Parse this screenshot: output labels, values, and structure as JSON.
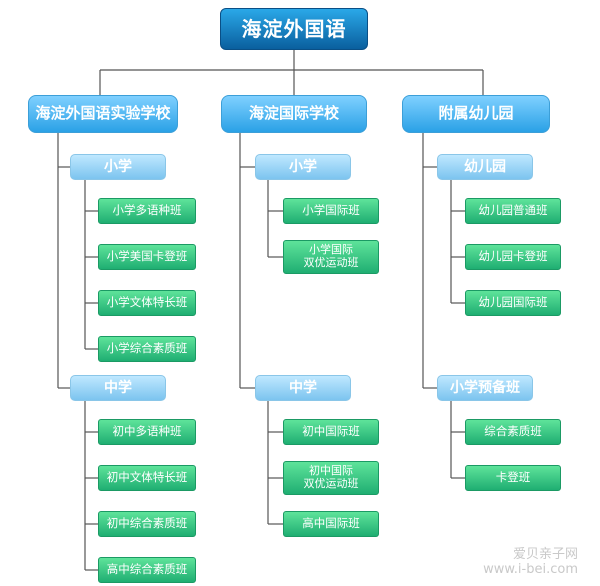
{
  "root": "海淀外国语",
  "schools": [
    {
      "name": "海淀外国语实验学校",
      "groups": [
        {
          "label": "小学",
          "classes": [
            "小学多语种班",
            "小学美国卡登班",
            "小学文体特长班",
            "小学综合素质班"
          ]
        },
        {
          "label": "中学",
          "classes": [
            "初中多语种班",
            "初中文体特长班",
            "初中综合素质班",
            "高中综合素质班"
          ]
        }
      ]
    },
    {
      "name": "海淀国际学校",
      "groups": [
        {
          "label": "小学",
          "classes": [
            "小学国际班",
            "小学国际\n双优运动班"
          ]
        },
        {
          "label": "中学",
          "classes": [
            "初中国际班",
            "初中国际\n双优运动班",
            "高中国际班"
          ]
        }
      ]
    },
    {
      "name": "附属幼儿园",
      "groups": [
        {
          "label": "幼儿园",
          "classes": [
            "幼儿园普通班",
            "幼儿园卡登班",
            "幼儿园国际班"
          ]
        },
        {
          "label": "小学预备班",
          "classes": [
            "综合素质班",
            "卡登班"
          ]
        }
      ]
    }
  ],
  "watermark": {
    "line1": "爱贝亲子网",
    "line2": "www.i-bei.com"
  },
  "colors": {
    "root": "#1a86c8",
    "school": "#4cb5ef",
    "level": "#9fd7f5",
    "class": "#2fc282",
    "line": "#555555"
  }
}
